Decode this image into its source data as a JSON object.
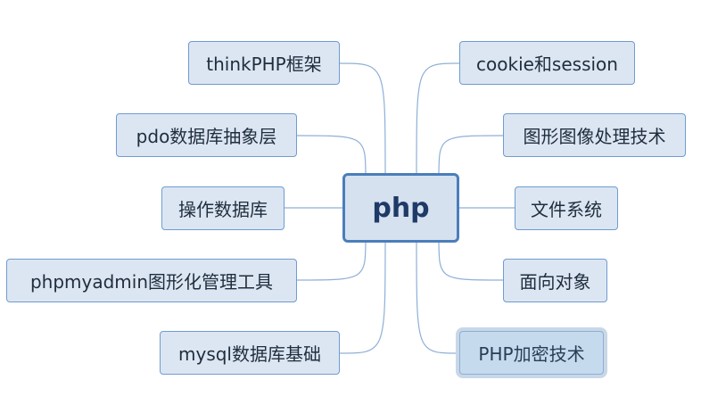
{
  "mindmap": {
    "center": "php",
    "left": [
      "thinkPHP框架",
      "pdo数据库抽象层",
      "操作数据库",
      "phpmyadmin图形化管理工具",
      "mysql数据库基础"
    ],
    "right": [
      "cookie和session",
      "图形图像处理技术",
      "文件系统",
      "面向对象",
      "PHP加密技术"
    ],
    "selected": "PHP加密技术"
  },
  "colors": {
    "node_fill": "#dce6f2",
    "node_border": "#6f9bd1",
    "center_border": "#4a7ebb",
    "link": "#8fb0d6",
    "selected_fill": "#c6daee"
  }
}
